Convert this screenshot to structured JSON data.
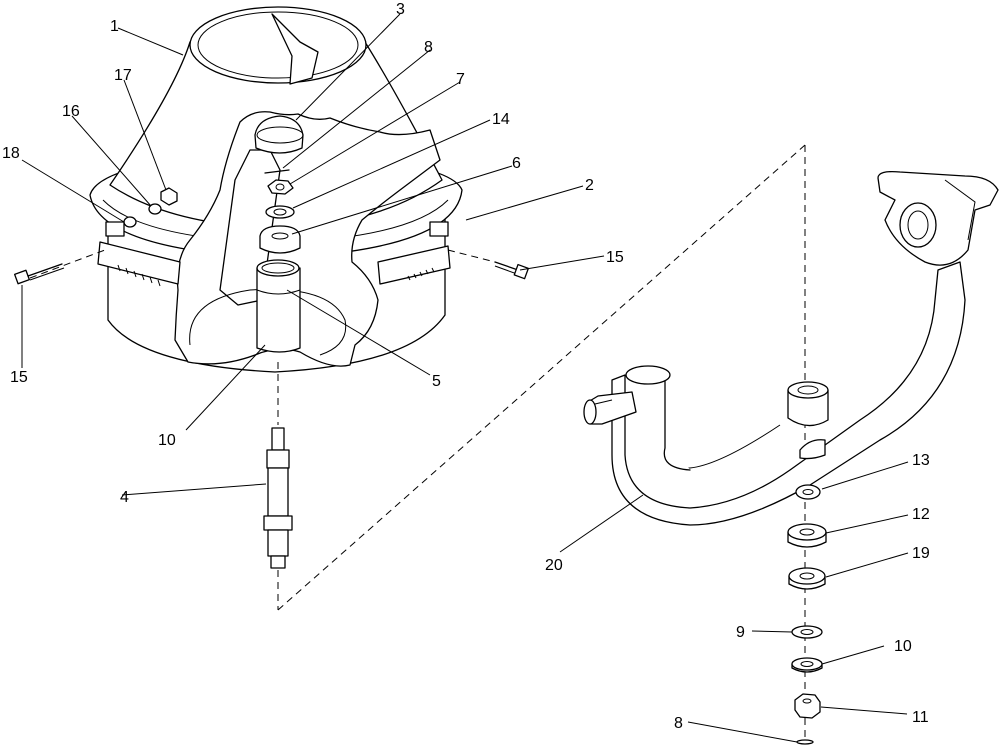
{
  "callouts": [
    {
      "id": "c1",
      "text": "1"
    },
    {
      "id": "c2",
      "text": "2"
    },
    {
      "id": "c3",
      "text": "3"
    },
    {
      "id": "c4",
      "text": "4"
    },
    {
      "id": "c5",
      "text": "5"
    },
    {
      "id": "c6",
      "text": "6"
    },
    {
      "id": "c7",
      "text": "7"
    },
    {
      "id": "c8a",
      "text": "8"
    },
    {
      "id": "c8b",
      "text": "8"
    },
    {
      "id": "c9",
      "text": "9"
    },
    {
      "id": "c10a",
      "text": "10"
    },
    {
      "id": "c10b",
      "text": "10"
    },
    {
      "id": "c11",
      "text": "11"
    },
    {
      "id": "c12",
      "text": "12"
    },
    {
      "id": "c13",
      "text": "13"
    },
    {
      "id": "c14",
      "text": "14"
    },
    {
      "id": "c15a",
      "text": "15"
    },
    {
      "id": "c15b",
      "text": "15"
    },
    {
      "id": "c16",
      "text": "16"
    },
    {
      "id": "c17",
      "text": "17"
    },
    {
      "id": "c18",
      "text": "18"
    },
    {
      "id": "c19",
      "text": "19"
    },
    {
      "id": "c20",
      "text": "20"
    }
  ],
  "colors": {
    "line": "#000000",
    "background": "#ffffff"
  }
}
